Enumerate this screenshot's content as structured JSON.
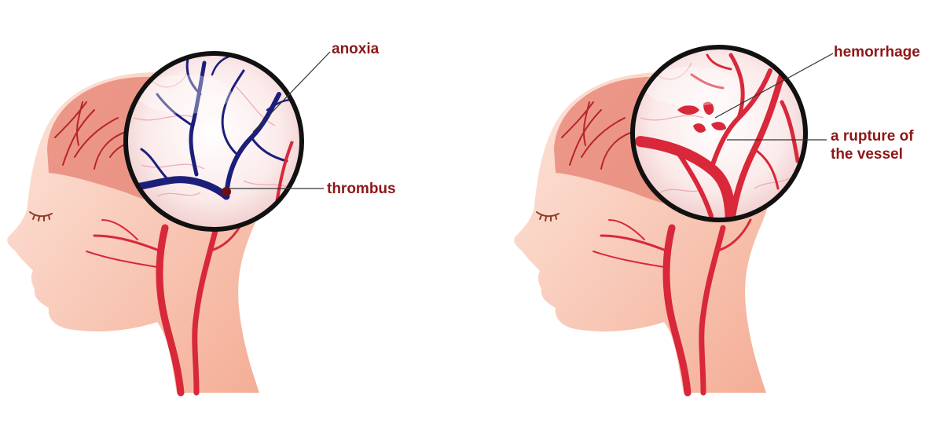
{
  "labels": {
    "anoxia": "anoxia",
    "thrombus": "thrombus",
    "hemorrhage": "hemorrhage",
    "rupture_line1": "a rupture of",
    "rupture_line2": "the vessel"
  },
  "colors": {
    "label_text": "#8e1717",
    "skin_light": "#fde0d4",
    "skin_mid": "#f7b8a2",
    "brain": "#e88a7a",
    "brain_vessels": "#b8242a",
    "artery": "#d8283a",
    "vein_blocked": "#1c1f7a",
    "lens_rim": "#111111",
    "lens_fill": "#fbeaea"
  },
  "icons": {
    "left_figure": "ischemic-stroke-head-icon",
    "right_figure": "hemorrhagic-stroke-head-icon"
  }
}
